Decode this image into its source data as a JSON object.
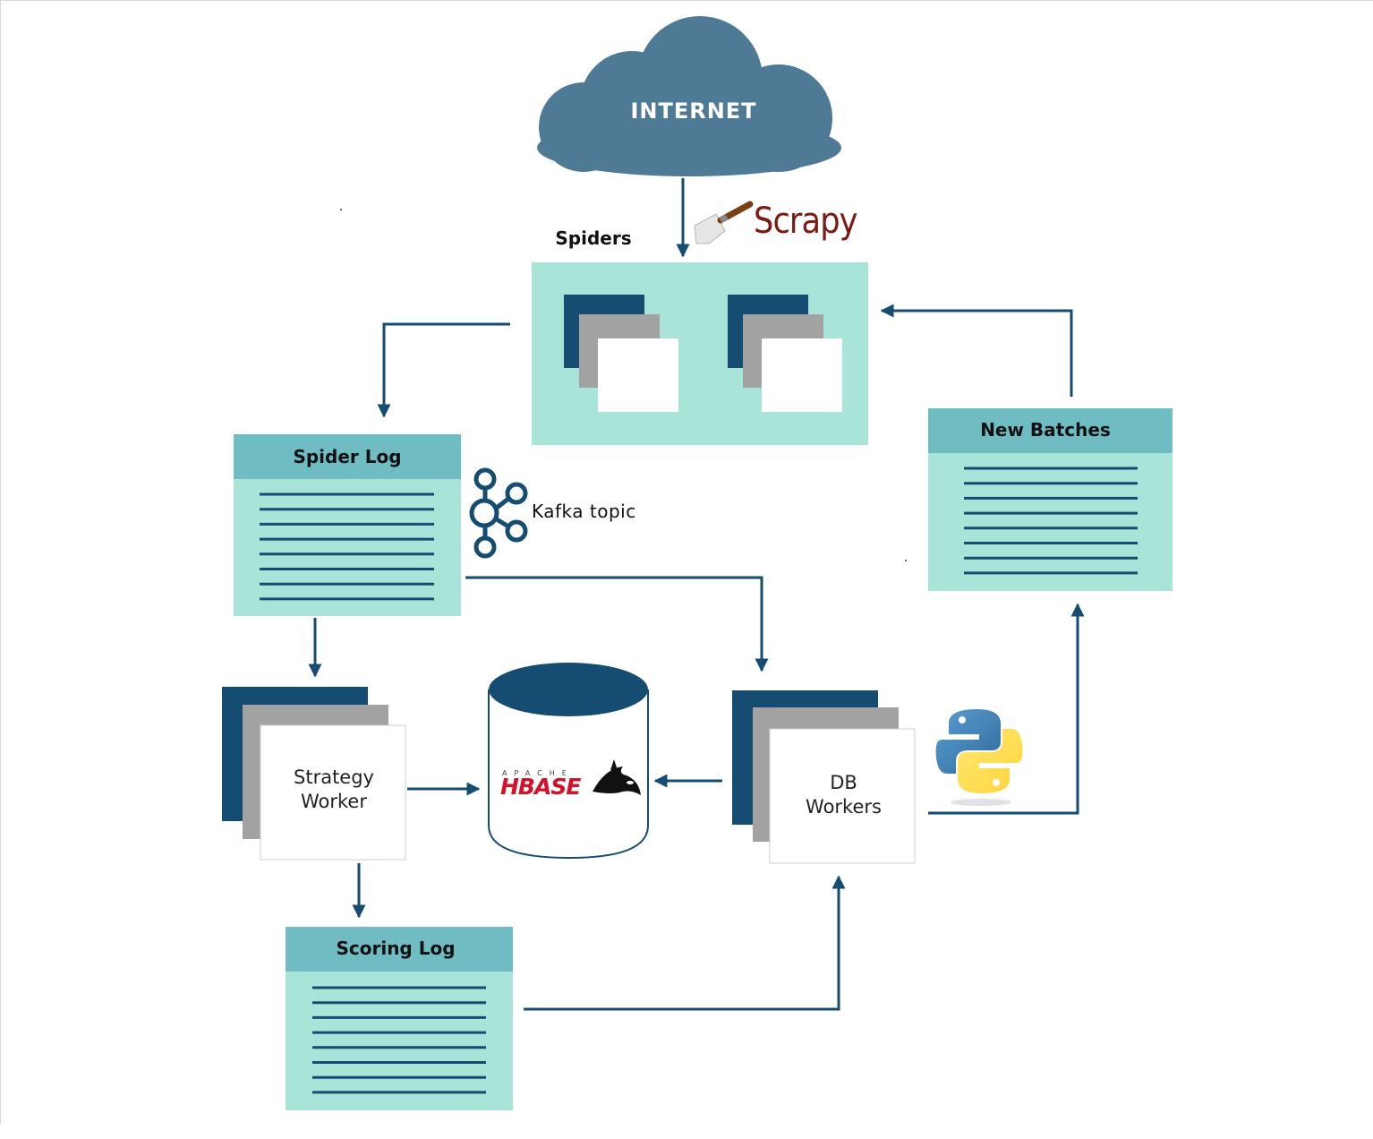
{
  "internet": {
    "label": "INTERNET"
  },
  "spiders": {
    "label": "Spiders",
    "scrapy_logo_text": "Scrapy"
  },
  "spider_log": {
    "title": "Spider Log"
  },
  "kafka": {
    "label": "Kafka topic"
  },
  "new_batches": {
    "title": "New Batches"
  },
  "strategy_worker": {
    "line1": "Strategy",
    "line2": "Worker"
  },
  "hbase": {
    "apache_text": "APACHE",
    "logo_text": "HBASE"
  },
  "db_workers": {
    "line1": "DB",
    "line2": "Workers"
  },
  "scoring_log": {
    "title": "Scoring Log"
  },
  "colors": {
    "cloud": "#4f7a96",
    "panel": "#a8e4d8",
    "header": "#6fbcc3",
    "navy": "#154d72",
    "grey": "#a3a2a2",
    "scrapy": "#7a1a12"
  }
}
